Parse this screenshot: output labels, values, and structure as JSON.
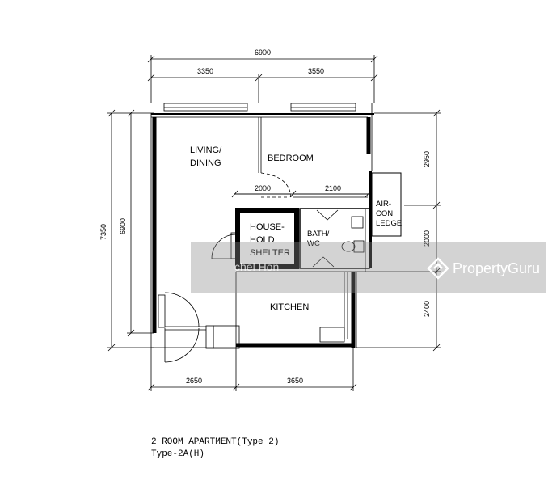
{
  "dimensions": {
    "top_total": "6900",
    "top_left": "3350",
    "top_right": "3550",
    "bottom_left": "2650",
    "bottom_right": "3650",
    "left_outer": "7350",
    "left_inner": "6900",
    "right_top": "2950",
    "right_mid": "2000",
    "right_bottom": "2400",
    "inner_left": "2000",
    "inner_right": "2100"
  },
  "rooms": {
    "living_line1": "LIVING/",
    "living_line2": "DINING",
    "bedroom": "BEDROOM",
    "shelter_line1": "HOUSE-",
    "shelter_line2": "HOLD",
    "shelter_line3": "SHELTER",
    "bath_line1": "BATH/",
    "bath_line2": "WC",
    "aircon_line1": "AIR-",
    "aircon_line2": "CON",
    "aircon_line3": "LEDGE",
    "kitchen": "KITCHEN"
  },
  "caption": {
    "title": "2 ROOM APARTMENT(Type 2)",
    "type": "Type-2A(H)"
  },
  "watermark": {
    "brand": "PropertyGuru",
    "agent": "chel Hon"
  }
}
